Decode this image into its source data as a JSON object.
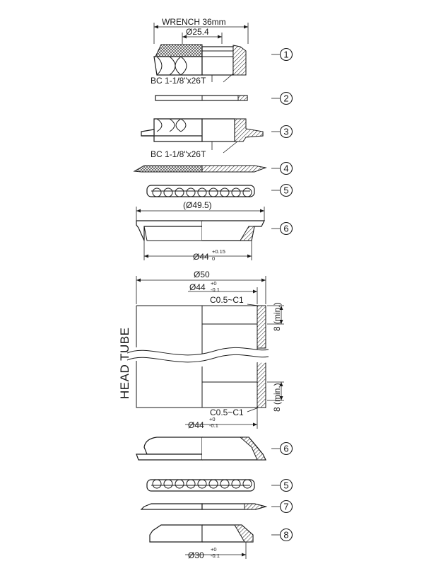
{
  "dimensions": {
    "wrench": "WRENCH 36mm",
    "nut_diameter": "Ø25.4",
    "locknut_thread": "BC 1-1/8\"x26T",
    "crown_thread": "BC 1-1/8\"x26T",
    "retainer_diameter": "(Ø49.5)",
    "cup_press_fit": "Ø44",
    "cup_press_fit_tol_upper": "+0.15",
    "cup_press_fit_tol_lower": "0",
    "head_tube_outer": "Ø50",
    "head_tube_bore_top": "Ø44",
    "head_tube_bore_top_tol_upper": "+0",
    "head_tube_bore_top_tol_lower": "-0.1",
    "chamfer_top": "C0.5~C1",
    "chamfer_bottom": "C0.5~C1",
    "depth_top": "8",
    "depth_top_note": "(min.)",
    "depth_bottom": "8",
    "depth_bottom_note": "(min.)",
    "head_tube_bore_bottom": "Ø44",
    "head_tube_bore_bottom_tol_upper": "+0",
    "head_tube_bore_bottom_tol_lower": "-0.1",
    "crown_race": "Ø30",
    "crown_race_tol_upper": "+0",
    "crown_race_tol_lower": "-0.1"
  },
  "head_tube_label": "HEAD TUBE",
  "callouts": [
    "1",
    "2",
    "3",
    "4",
    "5",
    "6",
    "6",
    "5",
    "7",
    "8"
  ]
}
